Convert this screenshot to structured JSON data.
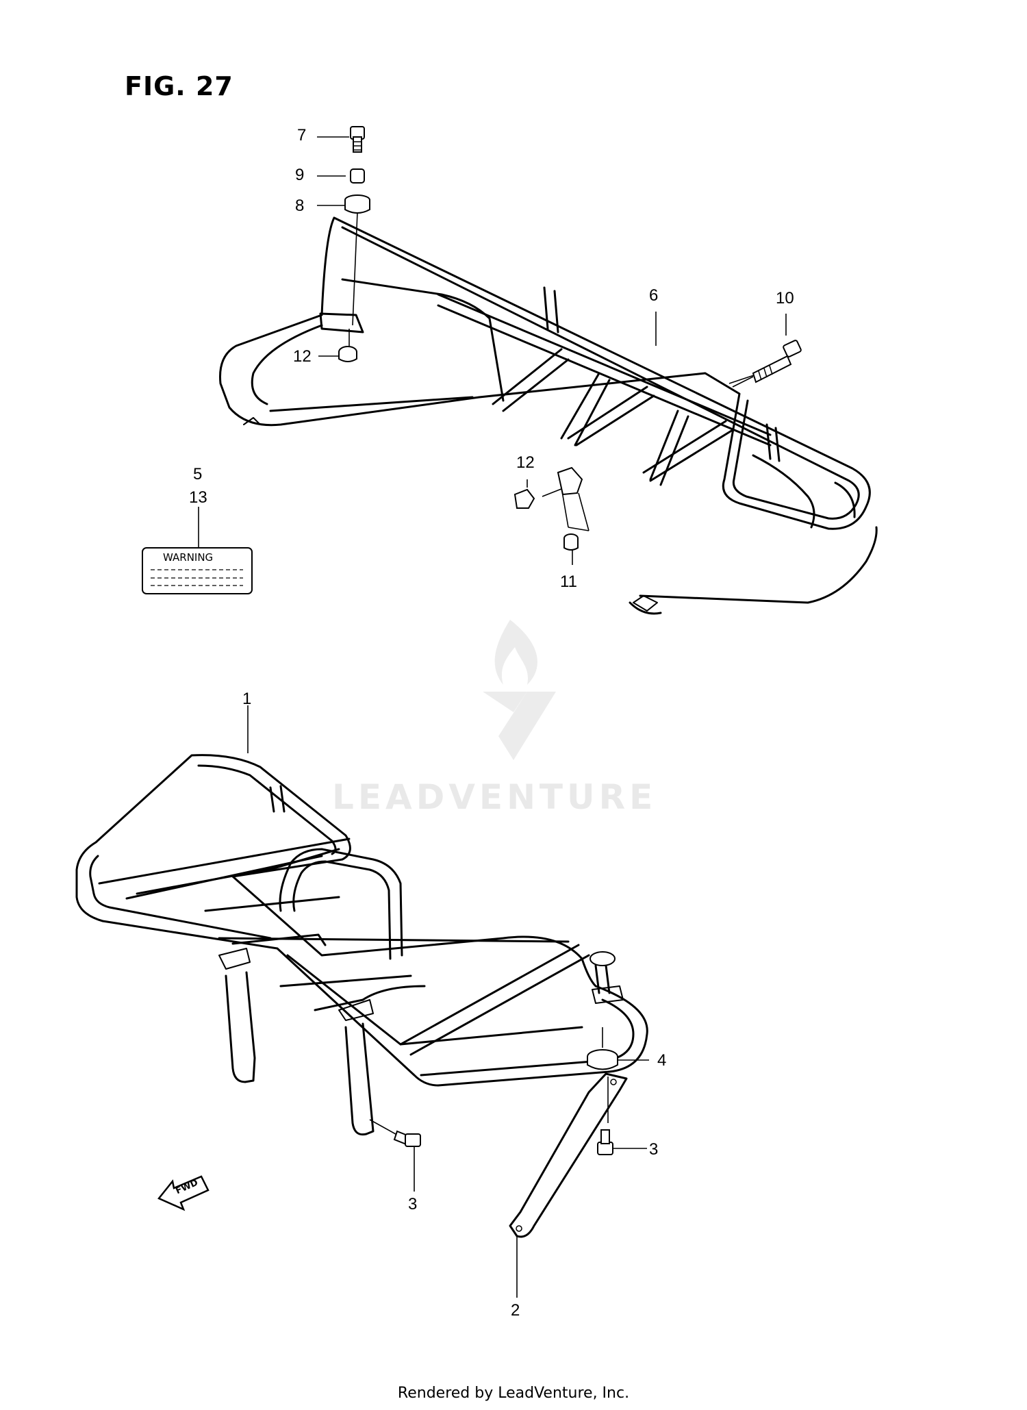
{
  "figure": {
    "title": "FIG. 27"
  },
  "callouts": {
    "c1": "1",
    "c2": "2",
    "c3a": "3",
    "c3b": "3",
    "c4": "4",
    "c5": "5",
    "c13": "13",
    "c6": "6",
    "c7": "7",
    "c8": "8",
    "c9": "9",
    "c10": "10",
    "c11": "11",
    "c12a": "12",
    "c12b": "12"
  },
  "warning_label": {
    "text": "WARNING"
  },
  "fwd_arrow": {
    "text": "FWD"
  },
  "watermark": {
    "text": "LEADVENTURE"
  },
  "footer": {
    "text": "Rendered by LeadVenture, Inc."
  }
}
